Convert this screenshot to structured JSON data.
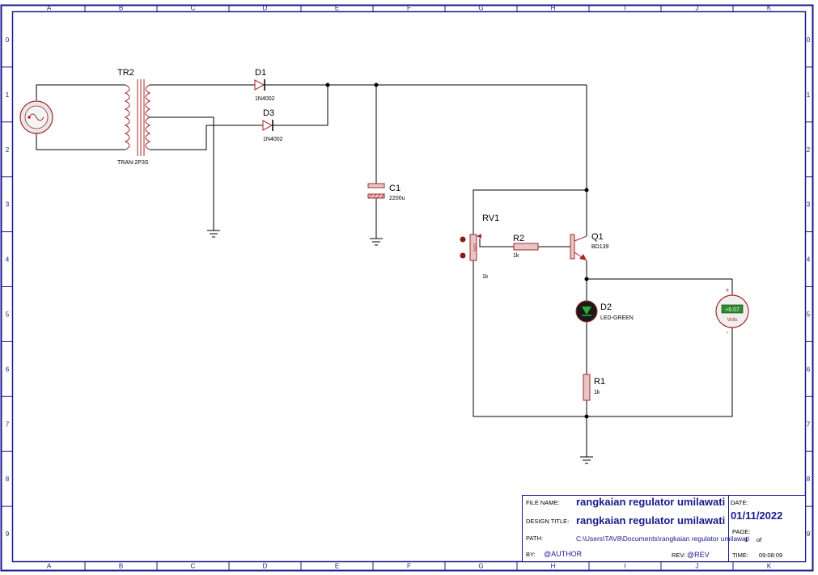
{
  "border": {
    "columns": [
      "A",
      "B",
      "C",
      "D",
      "E",
      "F",
      "G",
      "H",
      "I",
      "J",
      "K"
    ],
    "rows": [
      "0",
      "1",
      "2",
      "3",
      "4",
      "5",
      "6",
      "7",
      "8",
      "9"
    ]
  },
  "components": {
    "tr2": {
      "ref": "TR2",
      "value": "TRAN-2P3S"
    },
    "d1": {
      "ref": "D1",
      "value": "1N4002"
    },
    "d3": {
      "ref": "D3",
      "value": "1N4002"
    },
    "c1": {
      "ref": "C1",
      "value": "2200u"
    },
    "rv1": {
      "ref": "RV1",
      "value": "1k",
      "wiper": "50%"
    },
    "r2": {
      "ref": "R2",
      "value": "1k"
    },
    "q1": {
      "ref": "Q1",
      "value": "BD139"
    },
    "d2": {
      "ref": "D2",
      "value": "LED-GREEN"
    },
    "r1": {
      "ref": "R1",
      "value": "1k"
    },
    "voltmeter": {
      "reading": "+6.07",
      "unit": "Volts",
      "plus": "+",
      "minus": "-"
    }
  },
  "title_block": {
    "file_name_label": "FILE NAME:",
    "file_name": "rangkaian regulator umilawati",
    "date_label": "DATE:",
    "date": "01/11/2022",
    "design_title_label": "DESIGN TITLE:",
    "design_title": "rangkaian regulator umilawati",
    "path_label": "PATH:",
    "path": "C:\\Users\\TAV8\\Documents\\rangkaian regulator umilawati",
    "page_label": "PAGE:",
    "page": "1",
    "page_of": "of",
    "by_label": "BY:",
    "author": "@AUTHOR",
    "rev_label": "REV:",
    "rev": "@REV",
    "time_label": "TIME:",
    "time": "09:08:09"
  },
  "colors": {
    "border": "#1a1a8c",
    "component": "#a52a2a",
    "wire": "#000000",
    "voltmeter_display": "#2e8b2e",
    "led": "#1e6b1e"
  }
}
